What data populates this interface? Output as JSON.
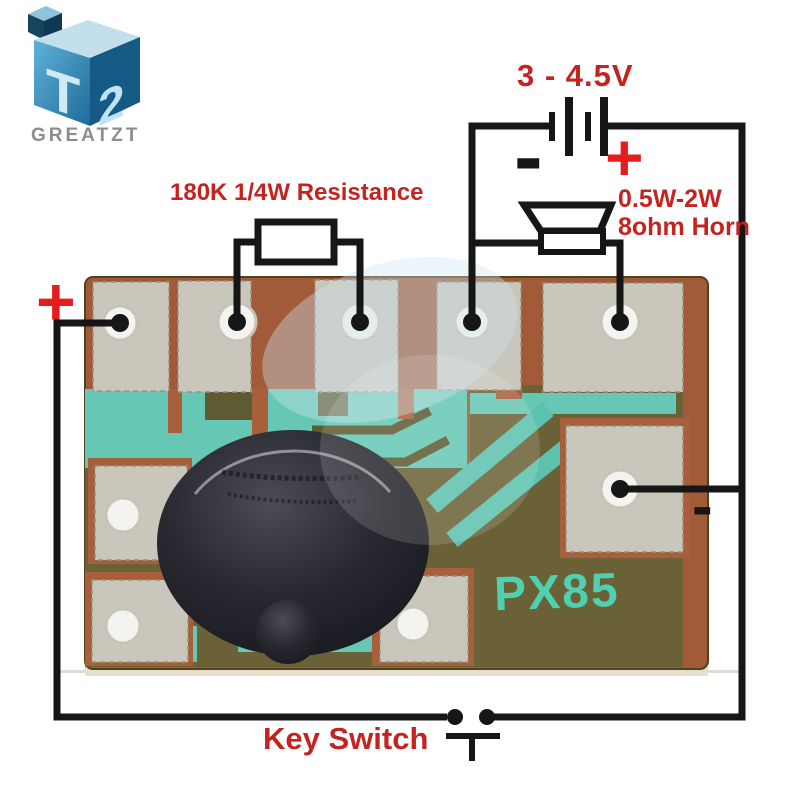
{
  "logo": {
    "brand": "GREATZT",
    "cube_front_letter": "T",
    "cube_side_letter": "2"
  },
  "annotations": {
    "supply_voltage": "3 - 4.5V",
    "battery_minus": "-",
    "battery_plus": "+",
    "resistor_label": "180K 1/4W Resistance",
    "horn_label_line1": "0.5W-2W",
    "horn_label_line2": "8ohm Horn",
    "board_plus": "+",
    "board_minus": "-",
    "key_switch_label": "Key Switch"
  },
  "board": {
    "chip_marking": "PX85"
  },
  "colors": {
    "annotation_red": "#c42420",
    "plus_red": "#e41e1e",
    "wire_black": "#161616",
    "pcb_rust": "#a25b39",
    "pcb_olive": "#6b6136",
    "trace_teal": "#66c8b4",
    "pad_beige": "#c9c6bb",
    "chip_text_teal": "#4fd0b0",
    "blob_black": "#23232b",
    "logo_gray": "#8d8d8d"
  }
}
